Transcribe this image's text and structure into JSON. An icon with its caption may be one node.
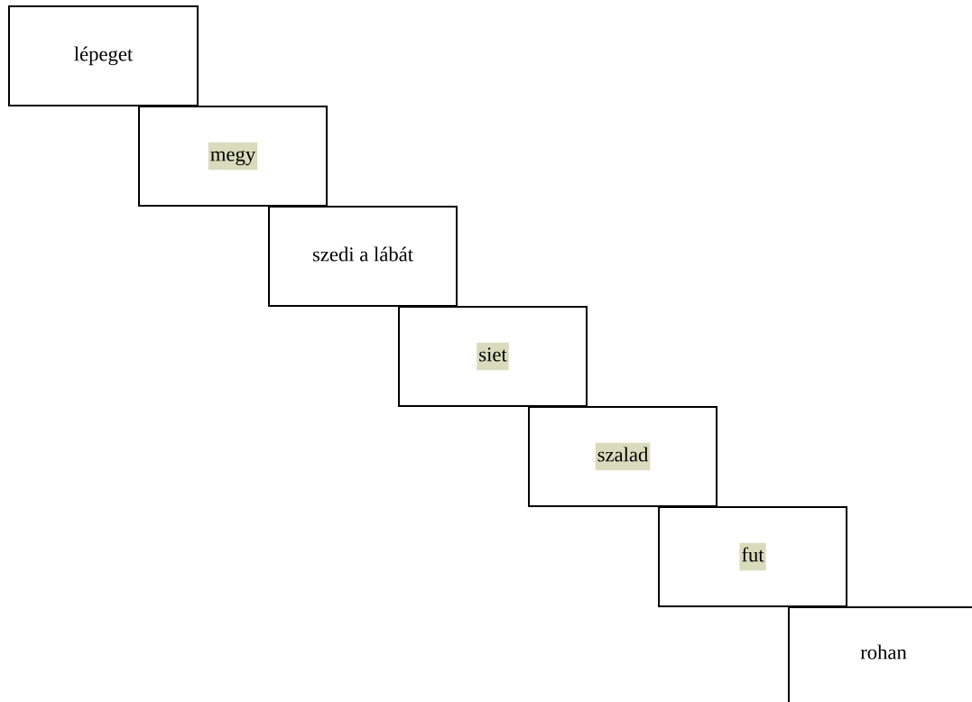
{
  "diagram": {
    "nodes": [
      {
        "text": [
          "lépeget"
        ]
      },
      {
        "text": [
          "megy"
        ]
      },
      {
        "text": [
          "szedi a lábát"
        ]
      },
      {
        "text": [
          "siet"
        ]
      },
      {
        "text": [
          "szalad"
        ]
      },
      {
        "text": [
          "fut"
        ]
      },
      {
        "text": [
          "rohan"
        ]
      }
    ]
  }
}
